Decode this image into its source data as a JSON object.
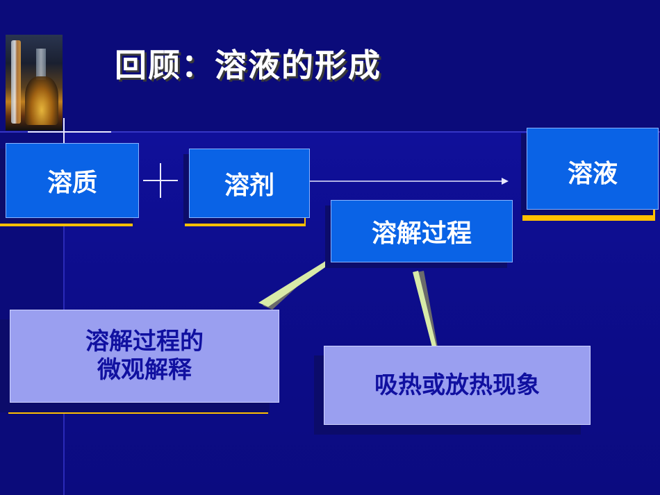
{
  "slide": {
    "title": "回顾：溶液的形成"
  },
  "nodes": {
    "solute": "溶质",
    "solvent": "溶剂",
    "solution": "溶液",
    "process": "溶解过程",
    "micro_line1": "溶解过程的",
    "micro_line2": "微观解释",
    "thermal": "吸热或放热现象"
  },
  "colors": {
    "background": "#0b0b7a",
    "box_blue": "#0a63e6",
    "box_lavender": "#9a9ff0",
    "box_shadow": "#ffc000",
    "lavender_text": "#1010a0",
    "callout_fill": "#d8eaa8"
  },
  "icons": {
    "plus": "plus-sign",
    "arrow": "right-arrow",
    "photo": "lab-glassware-photo"
  }
}
